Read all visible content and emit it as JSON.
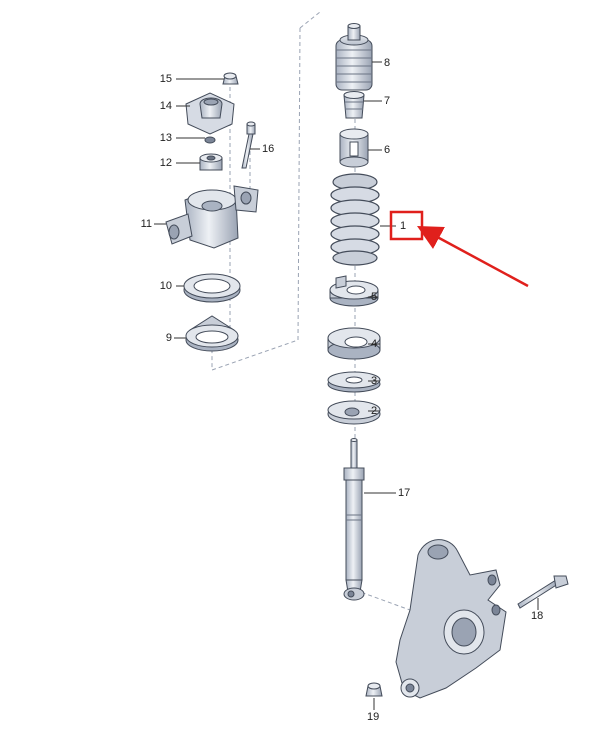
{
  "callouts": [
    {
      "id": "1",
      "label": "1"
    },
    {
      "id": "2",
      "label": "2"
    },
    {
      "id": "3",
      "label": "3"
    },
    {
      "id": "4",
      "label": "4"
    },
    {
      "id": "5",
      "label": "5"
    },
    {
      "id": "6",
      "label": "6"
    },
    {
      "id": "7",
      "label": "7"
    },
    {
      "id": "8",
      "label": "8"
    },
    {
      "id": "9",
      "label": "9"
    },
    {
      "id": "10",
      "label": "10"
    },
    {
      "id": "11",
      "label": "11"
    },
    {
      "id": "12",
      "label": "12"
    },
    {
      "id": "13",
      "label": "13"
    },
    {
      "id": "14",
      "label": "14"
    },
    {
      "id": "15",
      "label": "15"
    },
    {
      "id": "16",
      "label": "16"
    },
    {
      "id": "17",
      "label": "17"
    },
    {
      "id": "18",
      "label": "18"
    },
    {
      "id": "19",
      "label": "19"
    }
  ],
  "highlight": {
    "target_label": "1",
    "box_color": "#e0201c",
    "arrow_color": "#e0201c"
  },
  "colors": {
    "part_fill": "#d6dbe4",
    "part_shade": "#aab3c2",
    "part_dark": "#7b8597",
    "line": "#444c5a",
    "dash": "#9aa3b3"
  }
}
